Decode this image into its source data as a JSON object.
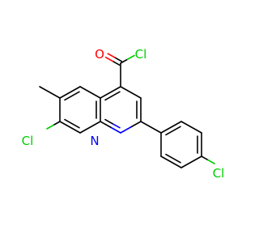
{
  "colors": {
    "bond": "#000000",
    "oxygen": "#ff0000",
    "chlorine": "#00cc00",
    "nitrogen": "#0000ff"
  },
  "atoms": {
    "o1": "O",
    "cl_acyl": "Cl",
    "cl_ring": "Cl",
    "n1": "N",
    "cl_phenyl": "Cl"
  }
}
